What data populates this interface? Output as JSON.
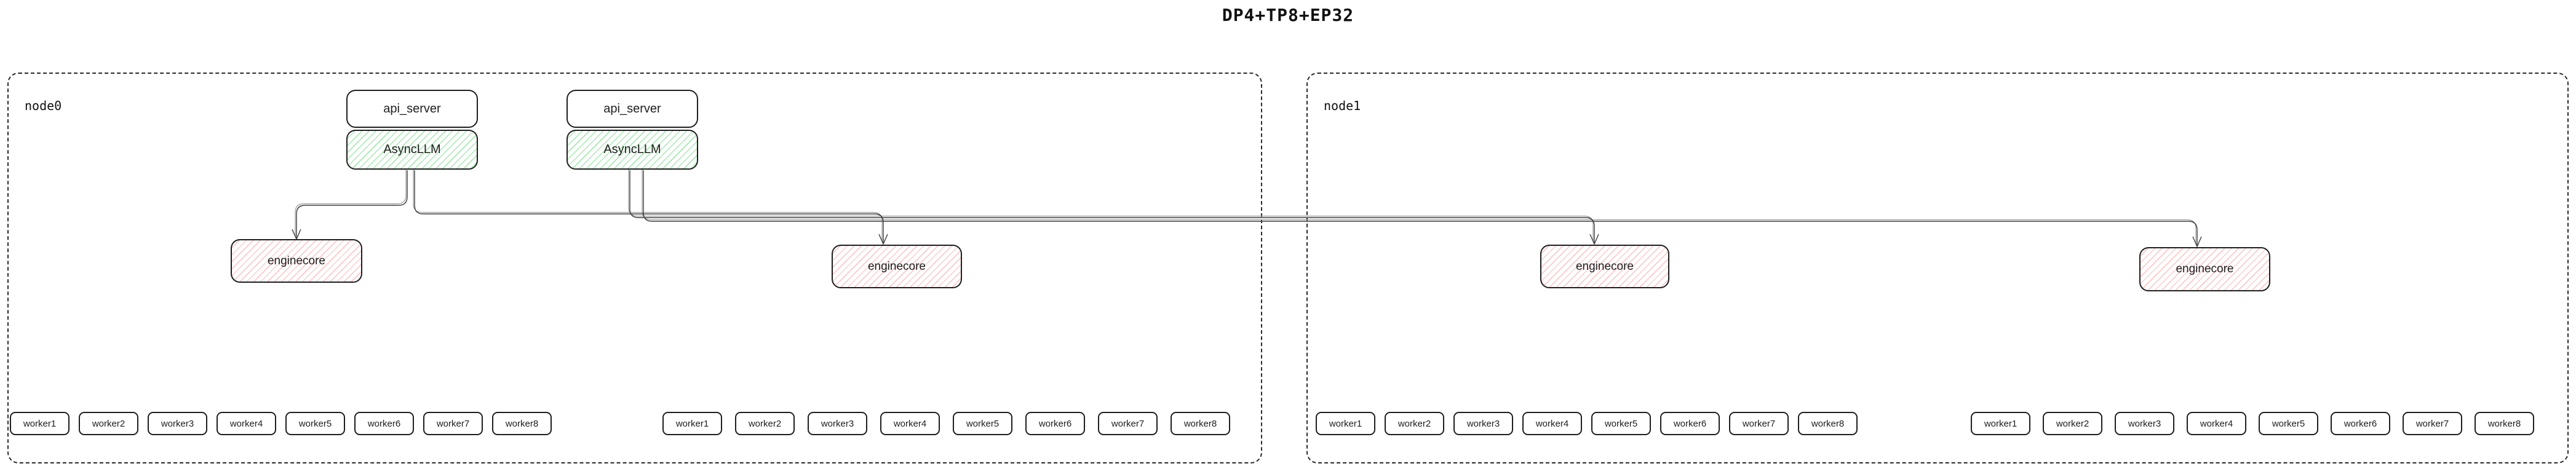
{
  "title": "DP4+TP8+EP32",
  "colors": {
    "box_border": "#1e1e1e",
    "node_border_dashed": "#2b2b2b",
    "green_hatch": "#69db7c",
    "red_hatch": "#ff8787",
    "edge_line": "#3f3f3f",
    "edge_echo": "#9a9a9a"
  },
  "node0": {
    "label": "node0",
    "api_servers": [
      {
        "label": "api_server"
      },
      {
        "label": "api_server"
      }
    ],
    "asyncllms": [
      {
        "label": "AsyncLLM"
      },
      {
        "label": "AsyncLLM"
      }
    ],
    "enginecores": [
      {
        "label": "enginecore"
      },
      {
        "label": "enginecore"
      }
    ],
    "worker_groups": [
      {
        "workers": [
          "worker1",
          "worker2",
          "worker3",
          "worker4",
          "worker5",
          "worker6",
          "worker7",
          "worker8"
        ]
      },
      {
        "workers": [
          "worker1",
          "worker2",
          "worker3",
          "worker4",
          "worker5",
          "worker6",
          "worker7",
          "worker8"
        ]
      }
    ]
  },
  "node1": {
    "label": "node1",
    "enginecores": [
      {
        "label": "enginecore"
      },
      {
        "label": "enginecore"
      }
    ],
    "worker_groups": [
      {
        "workers": [
          "worker1",
          "worker2",
          "worker3",
          "worker4",
          "worker5",
          "worker6",
          "worker7",
          "worker8"
        ]
      },
      {
        "workers": [
          "worker1",
          "worker2",
          "worker3",
          "worker4",
          "worker5",
          "worker6",
          "worker7",
          "worker8"
        ]
      }
    ]
  }
}
